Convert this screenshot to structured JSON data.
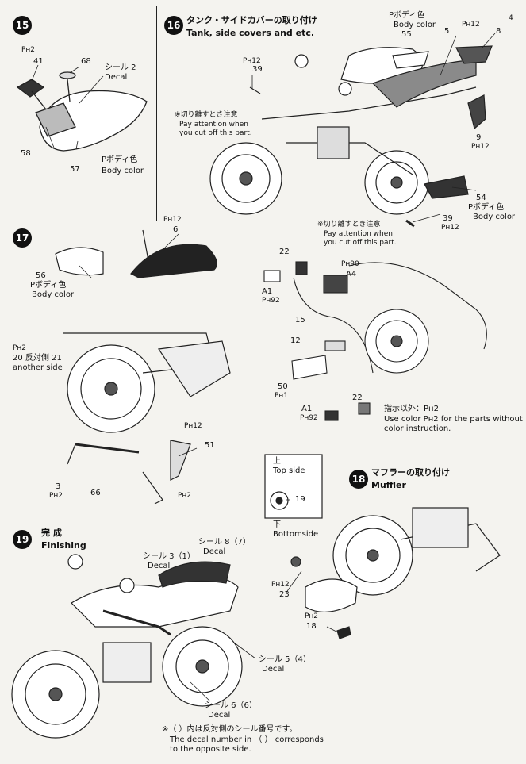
{
  "steps": {
    "s15": {
      "num": "15"
    },
    "s16": {
      "num": "16",
      "title_jp": "タンク・サイドカバーの取り付け",
      "title_en": "Tank, side covers and etc."
    },
    "s17": {
      "num": "17"
    },
    "s18": {
      "num": "18",
      "title_jp": "マフラーの取り付け",
      "title_en": "Muffler"
    },
    "s19": {
      "num": "19",
      "title_jp": "完 成",
      "title_en": "Finishing"
    }
  },
  "s15": {
    "ph2": "Pн2",
    "p41": "41",
    "p68": "68",
    "decal_jp": "シール 2",
    "decal_en": "Decal",
    "p58": "58",
    "p57": "57",
    "body_jp": "Pボディ色",
    "body_en": "Body color"
  },
  "s16": {
    "body_jp_a": "Pボディ色",
    "body_en_a": "Body color",
    "p55": "55",
    "p5": "5",
    "ph12_a": "Pн12",
    "p8": "8",
    "ph12_b": "Pн12",
    "p39a": "39",
    "note_jp_a": "※切り離すとき注意",
    "note_en_a1": "Pay attention when",
    "note_en_a2": "you cut off this part.",
    "p9": "9",
    "ph12_c": "Pн12",
    "p54": "54",
    "body_jp_b": "Pボディ色",
    "body_en_b": "Body color",
    "note_jp_b": "※切り離すとき注意",
    "note_en_b1": "Pay attention when",
    "note_en_b2": "you cut off this part.",
    "p39b": "39",
    "ph12_d": "Pн12"
  },
  "s17": {
    "ph12_a": "Pн12",
    "p6": "6",
    "p56": "56",
    "body_jp": "Pボディ色",
    "body_en": "Body color",
    "ph2_a": "Pн2",
    "p20": "20 反対側 21",
    "another": "another side",
    "ph12_b": "Pн12",
    "p51": "51",
    "p3": "3",
    "ph2_b": "Pн2",
    "p66": "66",
    "ph2_c": "Pн2"
  },
  "wiring": {
    "p22a": "22",
    "ph90": "Pн90",
    "a4": "A4",
    "a1a": "A1",
    "ph92a": "Pн92",
    "p15": "15",
    "p12": "12",
    "p50": "50",
    "ph1": "Pн1",
    "p22b": "22",
    "a1b": "A1",
    "ph92b": "Pн92",
    "note_jp": "指示以外：Pн2",
    "note_en1": "Use color Pн2 for the parts without",
    "note_en2": "color instruction."
  },
  "s18": {
    "top_jp": "上",
    "top_en": "Top side",
    "p19": "19",
    "bottom_jp": "下",
    "bottom_en": "Bottomside",
    "ph12": "Pн12",
    "p23": "23",
    "ph2": "Pн2",
    "p18": "18"
  },
  "s19": {
    "d3_jp": "シール 3（1）",
    "d3_en": "Decal",
    "d8_jp": "シール 8（7）",
    "d8_en": "Decal",
    "d5_jp": "シール 5（4）",
    "d5_en": "Decal",
    "d6_jp": "シール 6（6）",
    "d6_en": "Decal",
    "note_jp": "※（ ）内は反対側のシール番号です。",
    "note_en1": "The decal number in （ ） corresponds",
    "note_en2": "to the opposite side."
  },
  "page_number": "4"
}
